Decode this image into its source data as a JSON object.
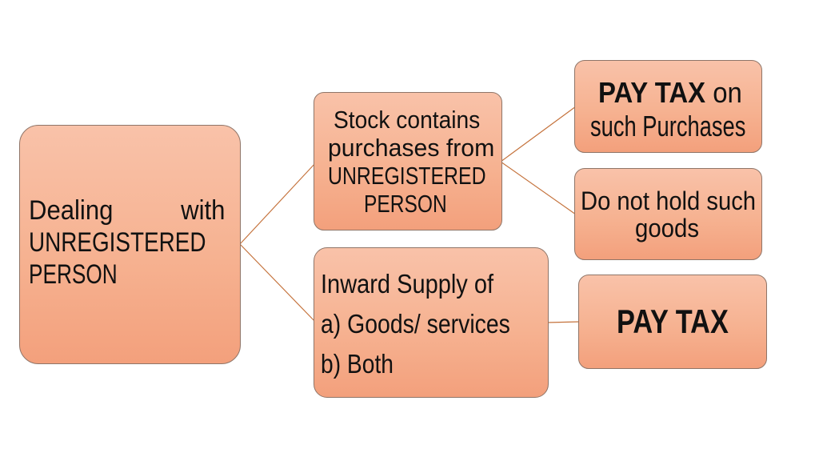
{
  "diagram": {
    "type": "hierarchy-flowchart",
    "background": "#ffffff",
    "colors": {
      "box_fill_top": "#f9c2a9",
      "box_fill_bottom": "#f3a07c",
      "box_border": "#8f7568",
      "connector": "#c4713a",
      "text": "#111111"
    },
    "nodes": {
      "root": {
        "line1_left": "Dealing",
        "line1_right": "with",
        "line2": "UNREGISTERED",
        "line3": "PERSON"
      },
      "stock": {
        "line1": "Stock contains",
        "line2": "purchases from",
        "line3": "UNREGISTERED",
        "line4": "PERSON"
      },
      "inward": {
        "line1": "Inward Supply of",
        "line2": "a) Goods/ services",
        "line3": "b) Both"
      },
      "pay_purchases": {
        "emphasis": "PAY TAX",
        "rest": " on",
        "line2": "such Purchases"
      },
      "hold": {
        "line1": "Do not hold such",
        "line2": "goods"
      },
      "pay": {
        "label": "PAY TAX"
      }
    },
    "edges": [
      {
        "from": "root",
        "to": "stock"
      },
      {
        "from": "root",
        "to": "inward"
      },
      {
        "from": "stock",
        "to": "pay_purchases"
      },
      {
        "from": "stock",
        "to": "hold"
      },
      {
        "from": "inward",
        "to": "pay"
      }
    ]
  }
}
